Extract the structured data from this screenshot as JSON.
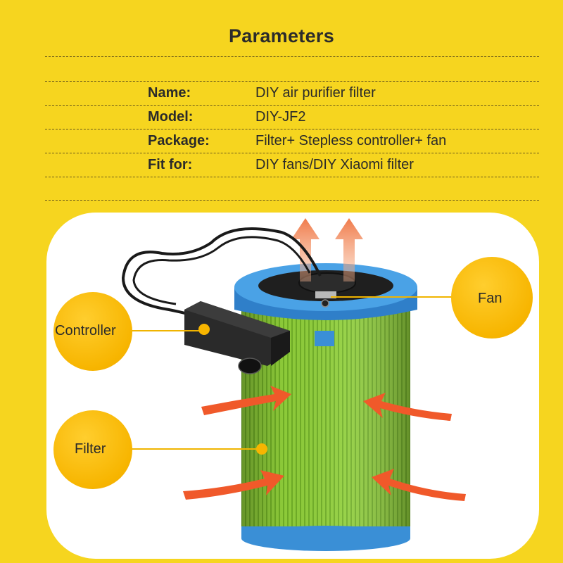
{
  "title": "Parameters",
  "specs": [
    {
      "key": "Name:",
      "value": "DIY air purifier filter"
    },
    {
      "key": "Model:",
      "value": "DIY-JF2"
    },
    {
      "key": "Package:",
      "value": "Filter+ Stepless controller+ fan"
    },
    {
      "key": "Fit for:",
      "value": "DIY fans/DIY Xiaomi filter"
    }
  ],
  "callouts": {
    "fan": "Fan",
    "controller": "Controller",
    "filter": "Filter"
  },
  "colors": {
    "background": "#f6d51f",
    "callout": "#f7b500",
    "filter_media": "#8fce3a",
    "filter_cap": "#3a8fd6",
    "arrow": "#f0592a"
  }
}
